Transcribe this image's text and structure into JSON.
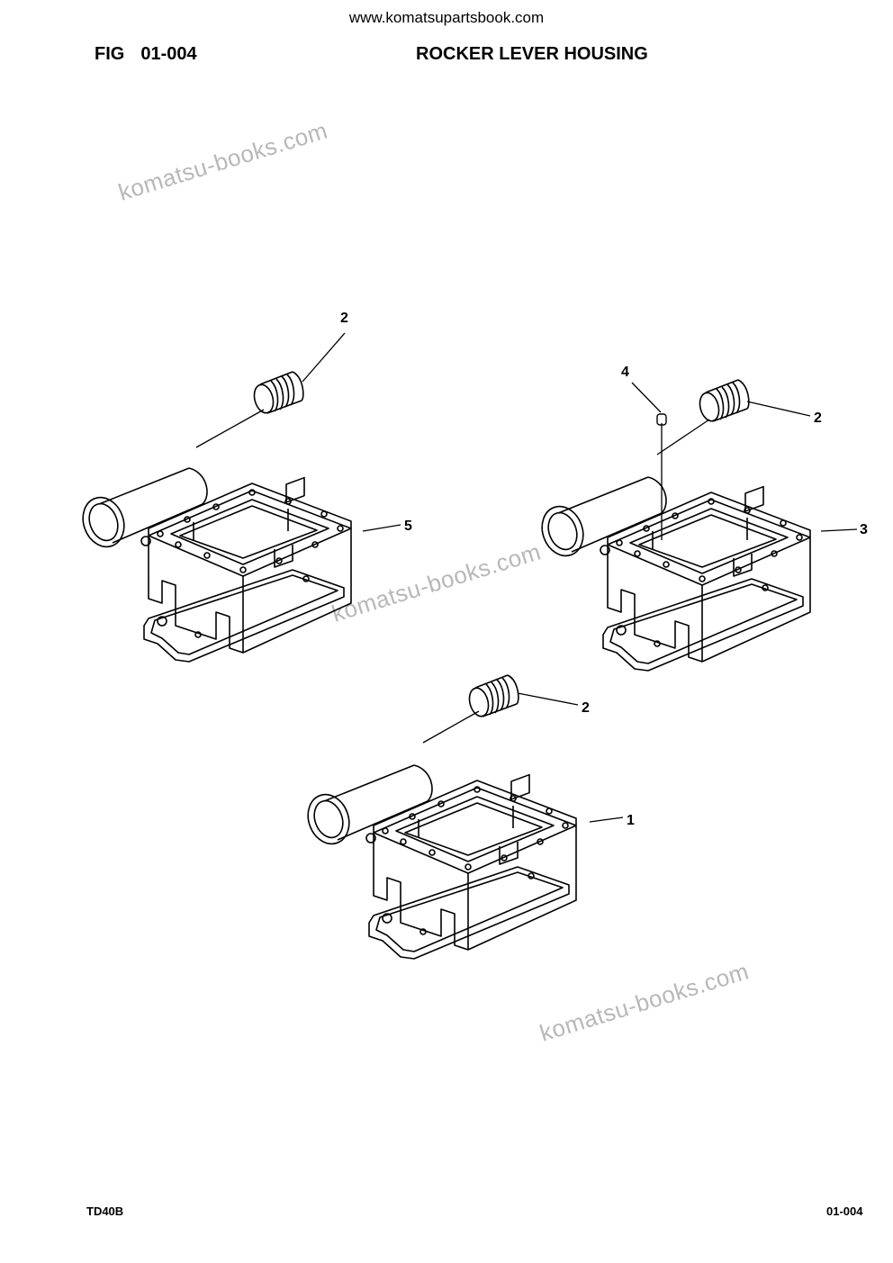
{
  "header": {
    "site": "www.komatsupartsbook.com",
    "fig_label": "FIG",
    "fig_number": "01-004",
    "title": "ROCKER LEVER HOUSING"
  },
  "watermark": "komatsu-books.com",
  "callouts": {
    "a2": "2",
    "a5": "5",
    "b4": "4",
    "b2": "2",
    "b3": "3",
    "c2": "2",
    "c1": "1"
  },
  "footer": {
    "model": "TD40B",
    "page": "01-004"
  }
}
